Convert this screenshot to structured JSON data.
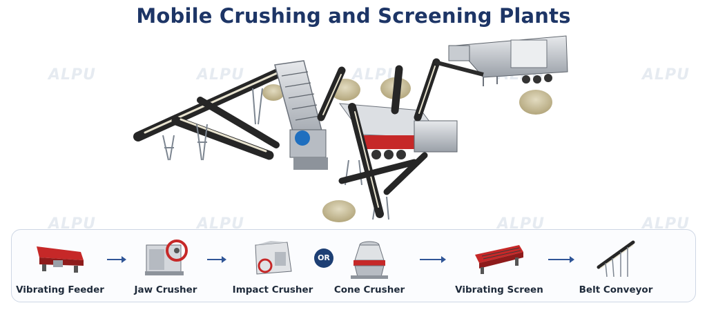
{
  "page": {
    "title": "Mobile Crushing and Screening Plants",
    "brand_watermark": "ALPU"
  },
  "process": {
    "steps": [
      {
        "label": "Vibrating Feeder",
        "icon": "vibrating-feeder-icon"
      },
      {
        "label": "Jaw Crusher",
        "icon": "jaw-crusher-icon"
      },
      {
        "label": "Impact Crusher",
        "icon": "impact-crusher-icon"
      },
      {
        "label": "Cone Crusher",
        "icon": "cone-crusher-icon"
      },
      {
        "label": "Vibrating Screen",
        "icon": "vibrating-screen-icon"
      },
      {
        "label": "Belt Conveyor",
        "icon": "belt-conveyor-icon"
      }
    ],
    "or_label": "OR"
  },
  "colors": {
    "title": "#1d3566",
    "arrow": "#2f5597",
    "or_badge": "#1d3f74",
    "machine_red": "#c62828",
    "conveyor_dark": "#2b2b2b",
    "gravel": "#cbbf9a"
  }
}
